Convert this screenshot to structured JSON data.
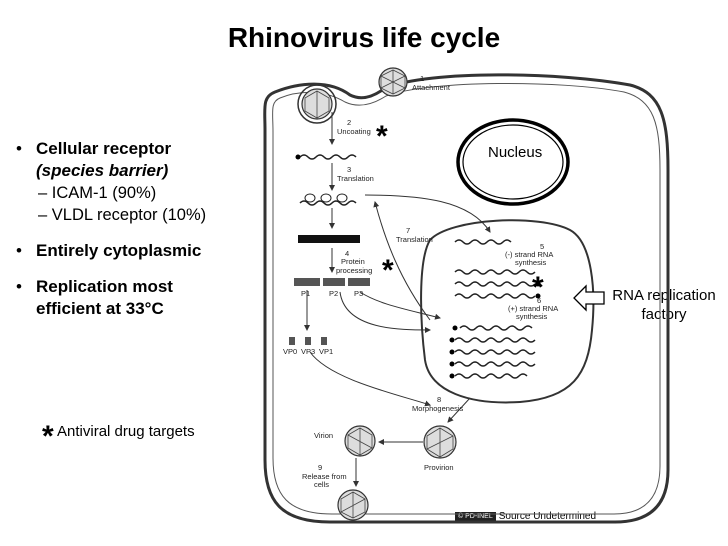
{
  "title": "Rhinovirus life cycle",
  "bullets": [
    {
      "text": "Cellular receptor",
      "subtitle": "(species barrier)",
      "subs": [
        "– ICAM-1 (90%)",
        "– VLDL receptor (10%)"
      ]
    },
    {
      "text": "Entirely cytoplasmic"
    },
    {
      "text": "Replication most",
      "line2": "efficient at 33°C"
    }
  ],
  "legend": {
    "star": "*",
    "text": "Antiviral drug targets"
  },
  "rna_label": {
    "line1": "RNA replication",
    "line2": "factory"
  },
  "nucleus_label": "Nucleus",
  "source": "Source Undetermined",
  "cc_badge": "© PD-INEL",
  "diagram_labels": {
    "attachment": "Attachment",
    "step1": "1",
    "uncoating": "Uncoating",
    "step2": "2",
    "translation": "Translation",
    "step3": "3",
    "protein_processing_1": "Protein",
    "protein_processing_2": "processing",
    "step4": "4",
    "p1": "P1",
    "p2": "P2",
    "p3": "P3",
    "vp0": "VP0",
    "vp3": "VP3",
    "vp1": "VP1",
    "translation7": "Translation",
    "step7": "7",
    "neg_strand_1": "(-) strand RNA",
    "neg_strand_2": "synthesis",
    "step5": "5",
    "pos_strand_1": "(+) strand RNA",
    "pos_strand_2": "synthesis",
    "step6": "6",
    "morphogenesis": "Morphogenesis",
    "step8": "8",
    "virion": "Virion",
    "provirion": "Provirion",
    "release_1": "Release from",
    "release_2": "cells",
    "step9": "9",
    "star": "*"
  }
}
